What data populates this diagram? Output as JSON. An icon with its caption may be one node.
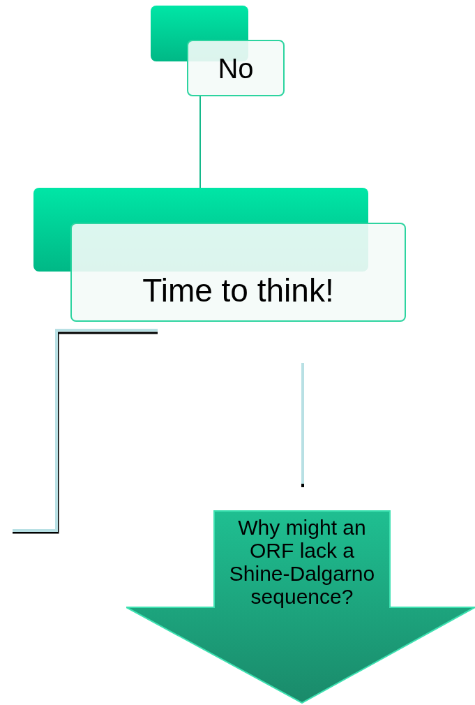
{
  "diagram": {
    "nodes": [
      {
        "text": [],
        "shape": "box"
      },
      {
        "text": [
          "No"
        ]
      },
      {
        "text": [],
        "shape": "box"
      },
      {
        "text": [
          "Time to think!"
        ]
      },
      {
        "text": [
          "Why might an ORF lack a Shine-Dalgarno sequence?"
        ]
      }
    ],
    "edges": [
      {
        "from": 1,
        "to": 2,
        "arrow": "none"
      }
    ]
  }
}
